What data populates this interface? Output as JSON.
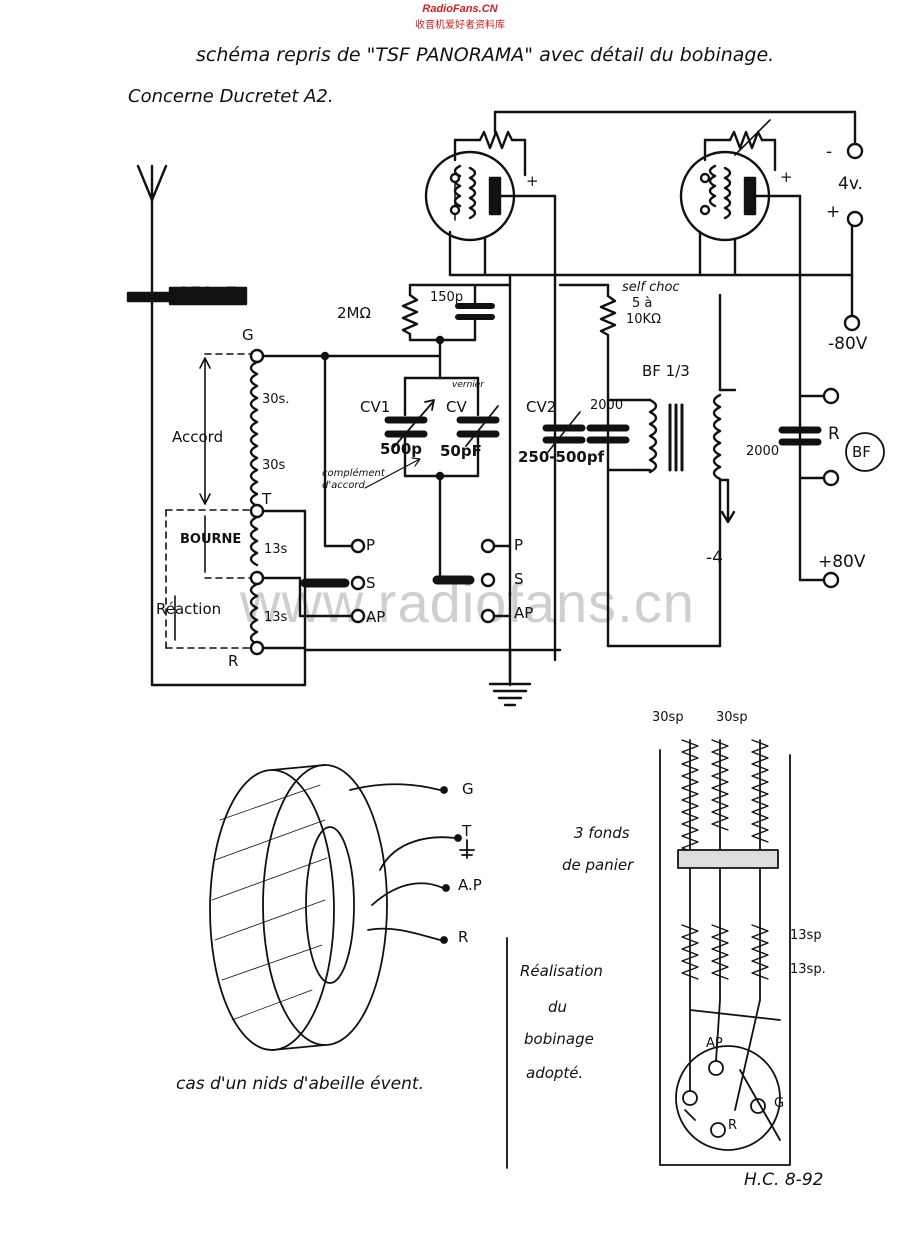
{
  "header": {
    "site": "RadioFans.CN",
    "tagline": "收音机爱好者资料库"
  },
  "title": "schéma repris de \"TSF PANORAMA\" avec détail du bobinage.",
  "subtitle": "Concerne Ducretet A2.",
  "watermark": "www.radiofans.cn",
  "schematic": {
    "antenna_cap": "150pF",
    "grid_resistor": "2MΩ",
    "grid_cap": "150p",
    "cv1": "CV1",
    "cv": "CV",
    "cv_note": "vernier",
    "cv1_value": "500p",
    "cv_value": "50pF",
    "complement_note": "complément d'accord.",
    "cv2": "CV2",
    "cv2_value": "250-500pf",
    "cap_2000a": "2000",
    "self_choc": "self choc",
    "choke_5a": "5 à",
    "choke_10k": "10KΩ",
    "bf_transformer": "BF 1/3",
    "cap_2000b": "2000",
    "neg_4": "-4",
    "term_minus": "-",
    "term_4v": "4v.",
    "term_plus": "+",
    "term_minus80": "-80V",
    "term_plus80": "+80V",
    "r_label": "R",
    "bf_label": "BF",
    "coil_g": "G",
    "coil_30s_a": "30s.",
    "coil_30s_b": "30s",
    "coil_t": "T",
    "accord": "Accord",
    "bourne": "BOURNE",
    "coil_13s_a": "13s",
    "coil_13s_b": "13s",
    "reaction": "Réaction",
    "coil_r": "R",
    "sw_p1": "P",
    "sw_s1": "S",
    "sw_ap1": "AP",
    "sw_p2": "P",
    "sw_s2": "S",
    "sw_ap2": "AP",
    "tube_plus1": "+",
    "tube_plus2": "+"
  },
  "coil_sketch": {
    "g": "G",
    "t": "T",
    "ap": "A.P",
    "r": "R",
    "caption": "cas d'un nids d'abeille évent."
  },
  "realisation": {
    "top_30a": "30sp",
    "top_30b": "30sp",
    "fonds_1": "3 fonds",
    "fonds_2": "de panier",
    "s13a": "13sp",
    "s13b": "13sp.",
    "note_1": "Réalisation",
    "note_2": "du",
    "note_3": "bobinage",
    "note_4": "adopté.",
    "ap": "AP",
    "r": "R",
    "g": "G",
    "signature": "H.C. 8-92"
  }
}
